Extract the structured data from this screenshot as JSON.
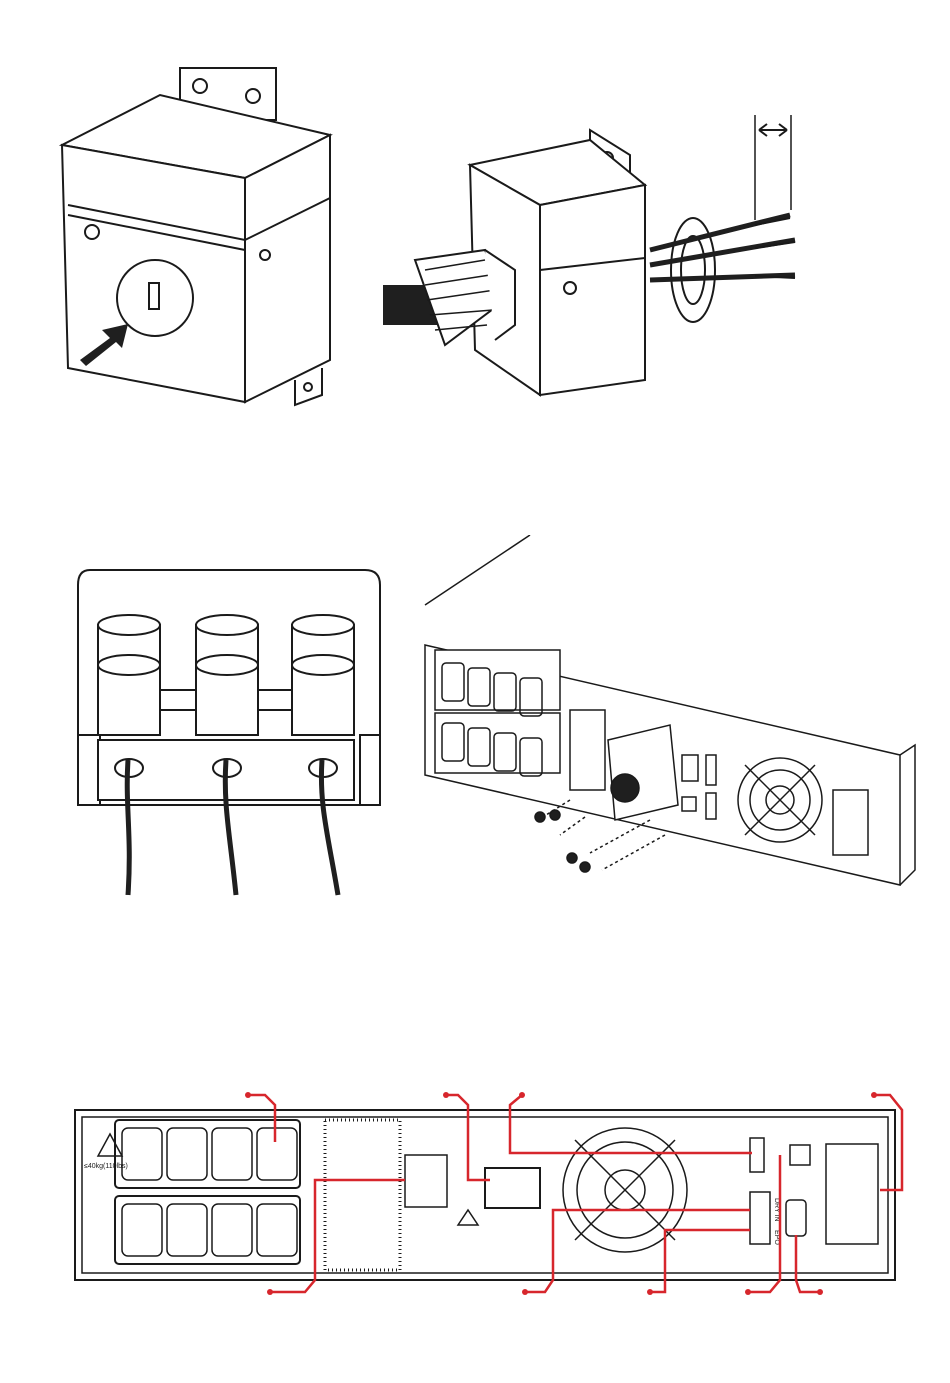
{
  "rear_panel": {
    "warning_text": "≤40kg(110lbs)",
    "port_labels": [
      "DRY IN",
      "EPO"
    ]
  },
  "colors": {
    "line": "#1a1a1a",
    "callout": "#d7262c",
    "fill_dark": "#1f1f1f"
  },
  "icons": [
    "push-arrow-icon",
    "width-arrow-icon",
    "warning-triangle-icon",
    "electric-hazard-icon"
  ]
}
